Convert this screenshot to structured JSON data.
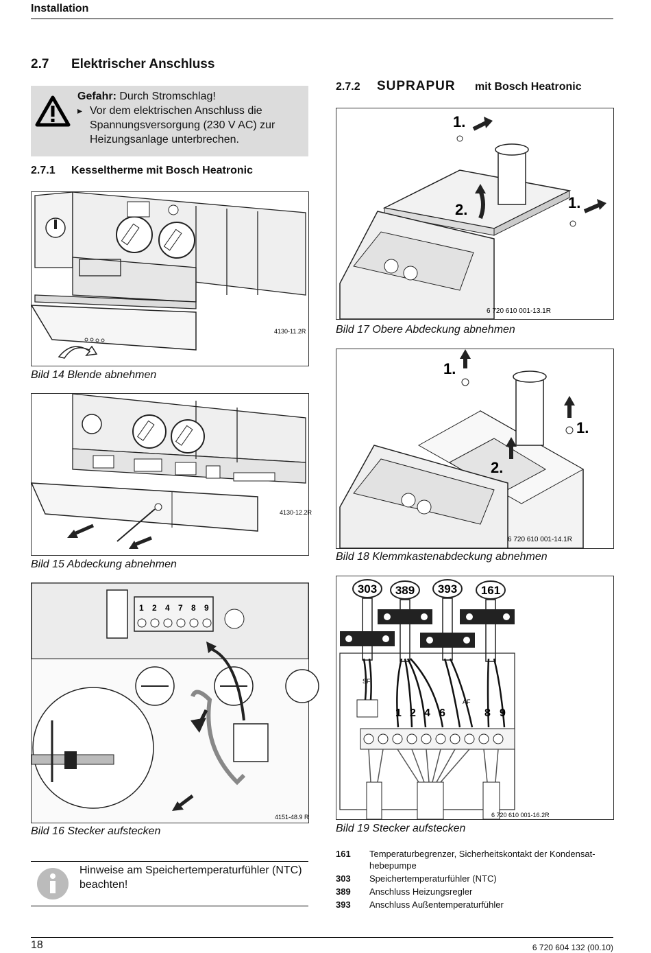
{
  "header": {
    "title": "Installation"
  },
  "section": {
    "number": "2.7",
    "title": "Elektrischer Anschluss"
  },
  "danger": {
    "label": "Gefahr:",
    "text": " Durch Stromschlag!",
    "bullet": "Vor dem elektrischen Anschluss die Spannungsversorgung (230 V AC) zur Heizungsanlage unterbrechen.",
    "icon": "warning-triangle-icon"
  },
  "sub1": {
    "number": "2.7.1",
    "title": "Kesseltherme mit Bosch Heatronic"
  },
  "sub2": {
    "number": "2.7.2",
    "brand": "SUPRAPUR",
    "title": " mit Bosch Heatronic"
  },
  "figures": {
    "f14": {
      "caption": "Bild 14  Blende abnehmen",
      "code": "4130-11.2R"
    },
    "f15": {
      "caption": "Bild 15  Abdeckung abnehmen",
      "code": "4130-12.2R"
    },
    "f16": {
      "caption": "Bild 16  Stecker aufstecken",
      "code": "4151-48.9 R",
      "terminals": [
        "1",
        "2",
        "4",
        "7",
        "8",
        "9"
      ]
    },
    "f17": {
      "caption": "Bild 17  Obere Abdeckung abnehmen",
      "code": "6 720 610 001-13.1R",
      "steps": [
        "1.",
        "2.",
        "1."
      ]
    },
    "f18": {
      "caption": "Bild 18  Klemmkastenabdeckung abnehmen",
      "code": "6 720 610 001-14.1R",
      "steps": [
        "1.",
        "1.",
        "2."
      ]
    },
    "f19": {
      "caption": "Bild 19  Stecker aufstecken",
      "code": "6 720 610 001-16.2R",
      "connectors": [
        "303",
        "389",
        "393",
        "161"
      ],
      "terminals": [
        "1",
        "2",
        "4",
        "6",
        "8",
        "9"
      ],
      "labels": [
        "SF",
        "AF"
      ]
    }
  },
  "note": {
    "text": "Hinweise am Speichertemperaturfühler (NTC) beachten!",
    "icon": "info-icon"
  },
  "legend": [
    {
      "key": "161",
      "text": "Temperaturbegrenzer, Sicherheitskontakt der Kondensat-hebepumpe"
    },
    {
      "key": "303",
      "text": "Speichertemperaturfühler (NTC)"
    },
    {
      "key": "389",
      "text": "Anschluss Heizungsregler"
    },
    {
      "key": "393",
      "text": "Anschluss Außentemperaturfühler"
    }
  ],
  "footer": {
    "page": "18",
    "doc": "6 720 604 132 (00.10)"
  }
}
